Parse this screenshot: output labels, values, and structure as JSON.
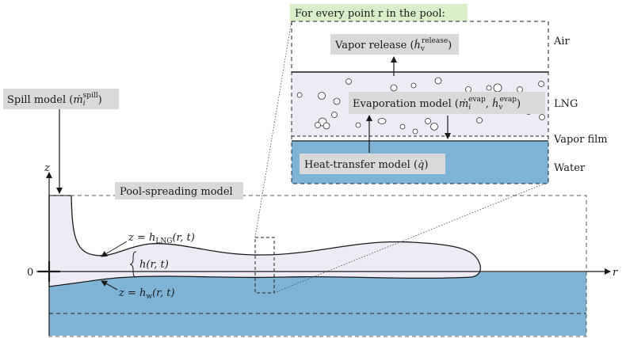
{
  "colors": {
    "water": "#7eb3d6",
    "lng": "#efebf4",
    "label_bg": "#d9d9d9",
    "header_bg": "#d8efc9",
    "line": "#1a1a1a"
  },
  "inset": {
    "header": "For every point r in the pool:",
    "layers": [
      "Air",
      "LNG",
      "Vapor film",
      "Water"
    ],
    "vapor_release": {
      "text": "Vapor release (",
      "sym": "ḣ",
      "sub": "v",
      "sup": "release",
      "close": ")"
    },
    "evaporation": {
      "text": "Evaporation model (",
      "sym1": "ṁ",
      "sub1": "i",
      "sup1": "evap",
      "sep": ", ",
      "sym2": "ḣ",
      "sub2": "v",
      "sup2": "evap",
      "close": ")"
    },
    "heat_transfer": {
      "text": "Heat-transfer model (",
      "sym": "q̇",
      "close": ")"
    }
  },
  "main": {
    "spill": {
      "text": "Spill model (",
      "sym": "ṁ",
      "sub": "i",
      "sup": "spill",
      "close": ")"
    },
    "pool_spreading": "Pool-spreading model",
    "z_axis": "z",
    "r_axis": "r",
    "origin": "0",
    "h_lng": {
      "left": "z = h",
      "sub": "LNG",
      "right": "(r, t)"
    },
    "h_thick": "h(r, t)",
    "h_w": {
      "left": "z = h",
      "sub": "w",
      "right": "(r, t)"
    }
  }
}
